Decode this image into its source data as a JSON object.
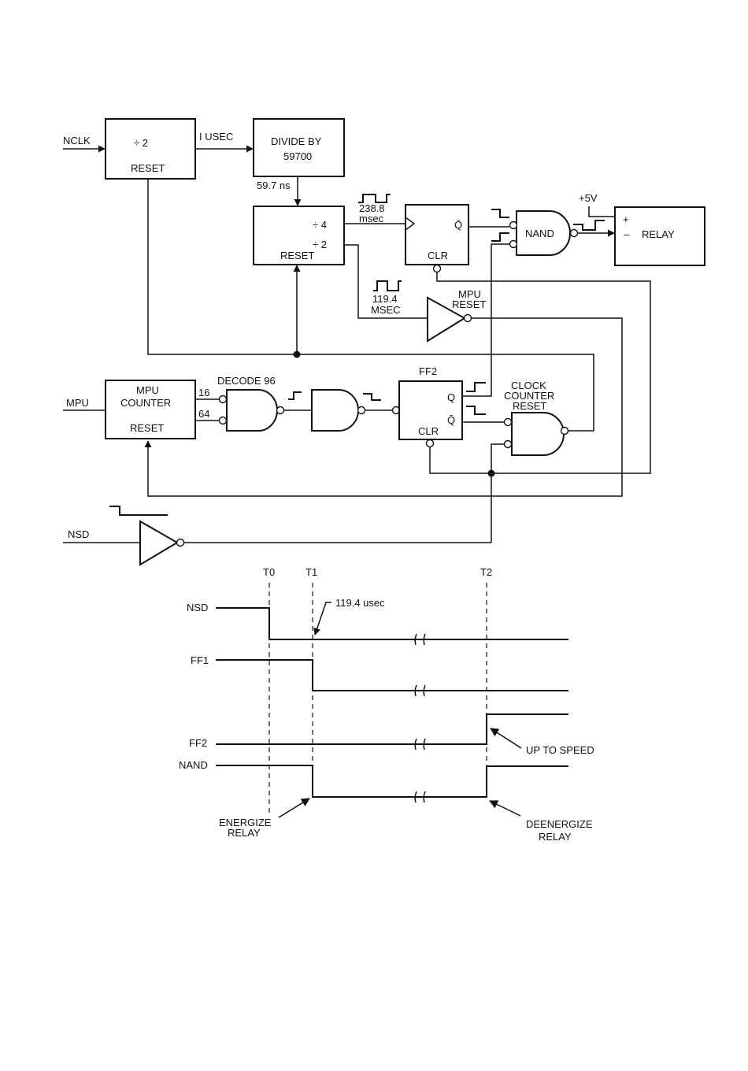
{
  "schematic": {
    "inputs": {
      "nclk": "NCLK",
      "mpu": "MPU",
      "nsd": "NSD"
    },
    "div2_block": {
      "label": "÷ 2",
      "reset": "RESET"
    },
    "usec_label": "I USEC",
    "divide_block": {
      "line1": "DIVIDE BY",
      "line2": "59700"
    },
    "ns_label": "59.7 ns",
    "div42_block": {
      "out4": "÷ 4",
      "out2": "÷ 2",
      "reset": "RESET"
    },
    "pulse_238": {
      "line1": "238.8",
      "line2": "msec"
    },
    "pulse_119": {
      "line1": "119.4",
      "line2": "MSEC"
    },
    "ff1_block": {
      "qbar": "Q̄",
      "clr": "CLR"
    },
    "nand_gate": {
      "label": "NAND"
    },
    "relay_block": {
      "plus": "+",
      "minus": "–",
      "label": "RELAY",
      "supply": "+5V"
    },
    "mpu_reset_label": {
      "line1": "MPU",
      "line2": "RESET"
    },
    "counter_block": {
      "line1": "MPU",
      "line2": "COUNTER",
      "reset": "RESET",
      "in16": "16",
      "in64": "64"
    },
    "decode_label": "DECODE 96",
    "ff2_block": {
      "title": "FF2",
      "q": "Q",
      "qbar": "Q̄",
      "clr": "CLR"
    },
    "clock_reset_label": {
      "line1": "CLOCK",
      "line2": "COUNTER",
      "line3": "RESET"
    }
  },
  "timing": {
    "time_markers": [
      "T0",
      "T1",
      "T2"
    ],
    "delay_label": "119.4 usec",
    "signals": [
      "NSD",
      "FF1",
      "FF2",
      "NAND"
    ],
    "notes": {
      "up_to_speed": "UP TO SPEED",
      "energize": {
        "line1": "ENERGIZE",
        "line2": "RELAY"
      },
      "deenergize": {
        "line1": "DEENERGIZE",
        "line2": "RELAY"
      }
    }
  }
}
